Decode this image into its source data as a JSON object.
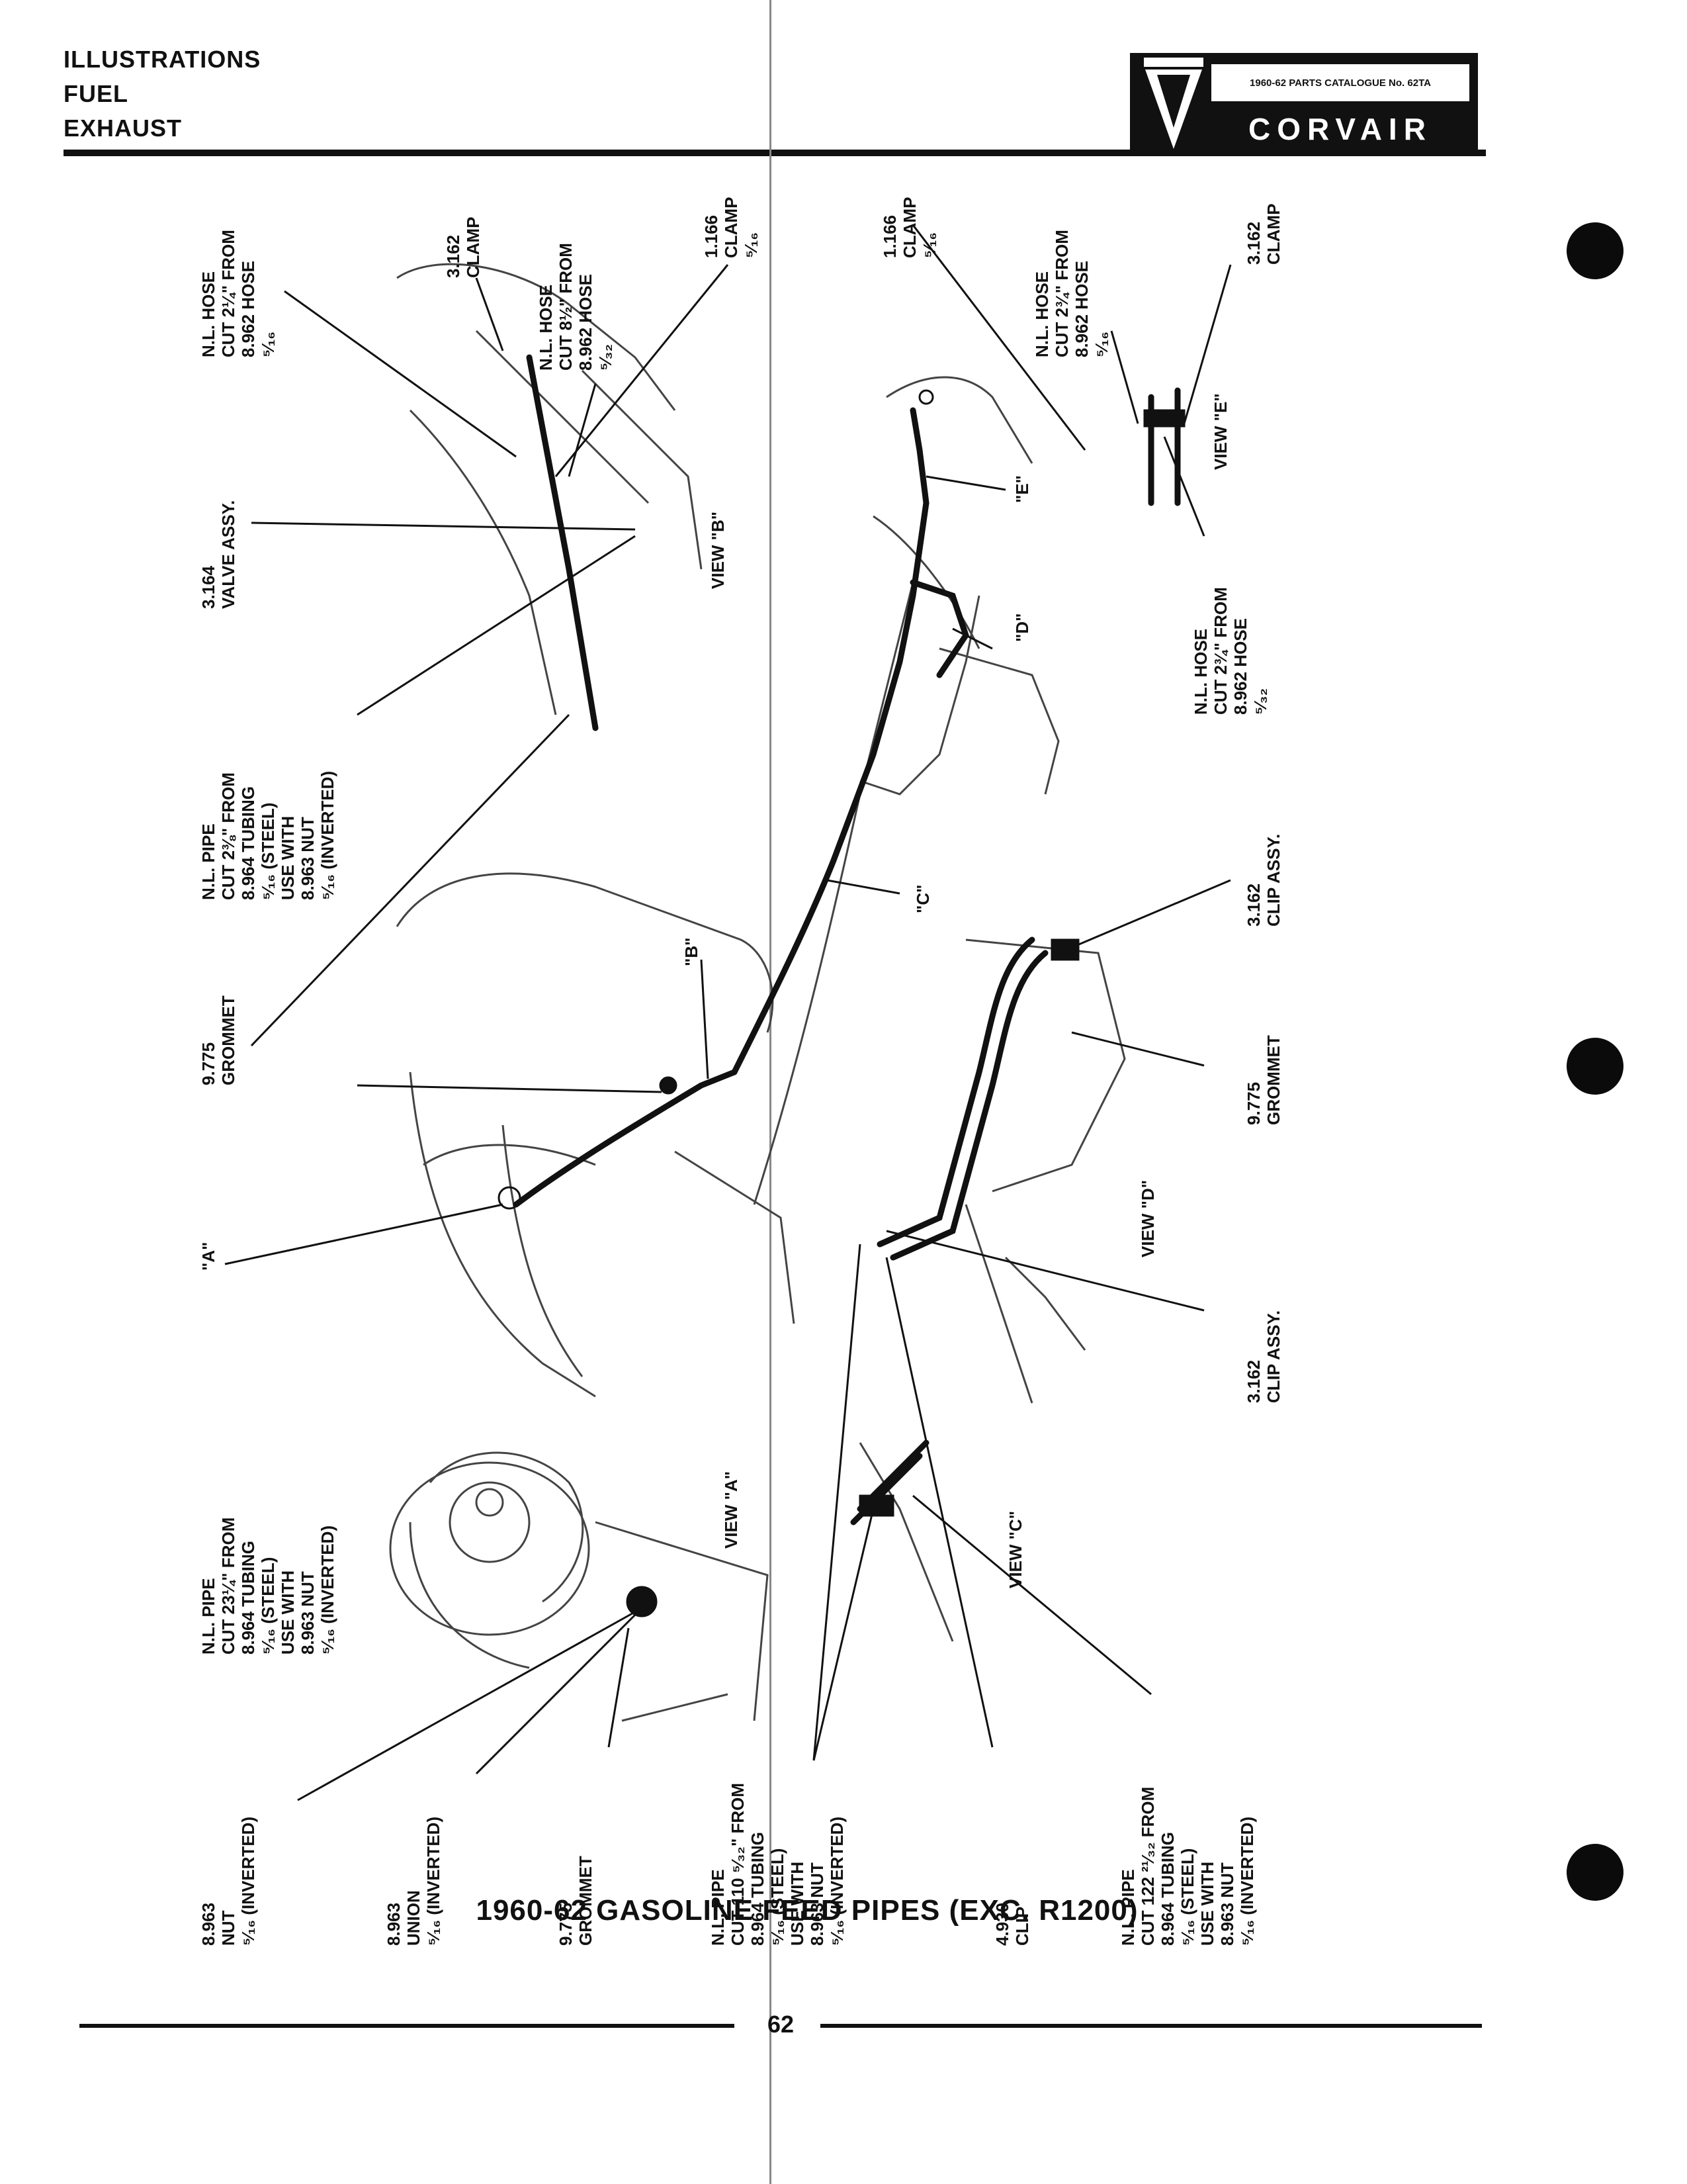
{
  "header": {
    "section_lines": [
      "ILLUSTRATIONS",
      "FUEL",
      "EXHAUST"
    ],
    "catalogue_label": "1960-62 PARTS CATALOGUE No. 62TA",
    "brand": "CORVAIR"
  },
  "callouts": {
    "hose_top_a": "N.L. HOSE\nCUT 2¼\" FROM\n8.962 HOSE\n⁵⁄₁₆",
    "clamp_3162_top": "3.162\nCLAMP",
    "hose_top_b": "N.L. HOSE\nCUT 8½\" FROM\n8.962 HOSE\n⁵⁄₃₂",
    "clamp_1166_left": "1.166\nCLAMP\n⁵⁄₁₆",
    "valve_assy": "3.164\nVALVE ASSY.",
    "view_b": "VIEW \"B\"",
    "pipe_short": "N.L. PIPE\nCUT 2⅜\" FROM\n8.964 TUBING\n⁵⁄₁₆ (STEEL)\nUSE WITH\n8.963 NUT\n⁵⁄₁₆ (INVERTED)",
    "grommet_left": "9.775\nGROMMET",
    "marker_a": "\"A\"",
    "marker_b": "\"B\"",
    "marker_c": "\"C\"",
    "marker_d": "\"D\"",
    "marker_e": "\"E\"",
    "clamp_1166_right": "1.166\nCLAMP\n⁵⁄₁₆",
    "hose_right_a": "N.L. HOSE\nCUT 2¾\" FROM\n8.962 HOSE\n⁵⁄₁₆",
    "clamp_3162_right": "3.162\nCLAMP",
    "view_e": "VIEW \"E\"",
    "hose_right_b": "N.L. HOSE\nCUT 2¾\" FROM\n8.962 HOSE\n⁵⁄₃₂",
    "clip_assy_top": "3.162\nCLIP ASSY.",
    "grommet_right": "9.775\nGROMMET",
    "view_d": "VIEW \"D\"",
    "clip_assy_bottom": "3.162\nCLIP ASSY.",
    "pipe_long_a": "N.L. PIPE\nCUT 23¼\" FROM\n8.964 TUBING\n⁵⁄₁₆ (STEEL)\nUSE WITH\n8.963 NUT\n⁵⁄₁₆ (INVERTED)",
    "view_a": "VIEW \"A\"",
    "nut": "8.963\nNUT\n⁵⁄₁₆ (INVERTED)",
    "union": "8.963\nUNION\n⁵⁄₁₆ (INVERTED)",
    "grommet_bottom": "9.775\nGROMMET",
    "pipe_long_b": "N.L. PIPE\nCUT 110 ⁵⁄₃₂\" FROM\n8.964 TUBING\n⁵⁄₁₆ (STEEL)\nUSE WITH\n8.963 NUT\n⁵⁄₁₆ (INVERTED)",
    "clip_4930": "4.930\nCLIP",
    "view_c": "VIEW \"C\"",
    "pipe_long_c": "N.L. PIPE\nCUT 122 ²¹⁄₃₂ FROM\n8.964 TUBING\n⁵⁄₁₆ (STEEL)\nUSE WITH\n8.963 NUT\n⁵⁄₁₆ (INVERTED)"
  },
  "caption": "1960-62 GASOLINE FEED PIPES (EXC. R1200)",
  "page_number": "62"
}
